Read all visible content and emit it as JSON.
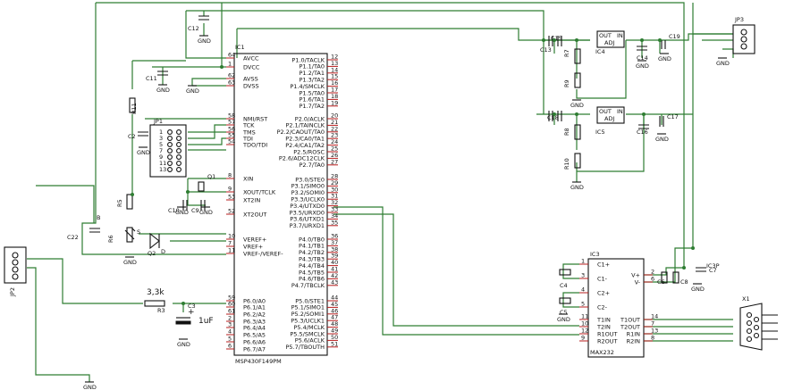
{
  "ic1": {
    "name": "IC1",
    "part": "MSP430F149PM",
    "left_pins": [
      {
        "num": "64",
        "label": "AVCC"
      },
      {
        "num": "1",
        "label": "DVCC"
      },
      {
        "num": "62",
        "label": "AVSS"
      },
      {
        "num": "63",
        "label": "DVSS"
      },
      {
        "num": "58",
        "label": "NMI/RST"
      },
      {
        "num": "57",
        "label": "TCK"
      },
      {
        "num": "56",
        "label": "TMS"
      },
      {
        "num": "55",
        "label": "TDI"
      },
      {
        "num": "54",
        "label": "TDO/TDI"
      },
      {
        "num": "8",
        "label": "XIN"
      },
      {
        "num": "9",
        "label": "XOUT/TCLK"
      },
      {
        "num": "53",
        "label": "XT2IN"
      },
      {
        "num": "52",
        "label": "XT2OUT"
      },
      {
        "num": "10",
        "label": "VEREF+"
      },
      {
        "num": "7",
        "label": "VREF+"
      },
      {
        "num": "11",
        "label": "VREF-/VEREF-"
      },
      {
        "num": "59",
        "label": "P6.0/A0"
      },
      {
        "num": "60",
        "label": "P6.1/A1"
      },
      {
        "num": "61",
        "label": "P6.2/A2"
      },
      {
        "num": "2",
        "label": "P6.3/A3"
      },
      {
        "num": "3",
        "label": "P6.4/A4"
      },
      {
        "num": "4",
        "label": "P6.5/A5"
      },
      {
        "num": "5",
        "label": "P6.6/A6"
      },
      {
        "num": "6",
        "label": "P6.7/A7"
      }
    ],
    "right_pins": [
      {
        "num": "12",
        "label": "P1.0/TACLK"
      },
      {
        "num": "13",
        "label": "P1.1/TA0"
      },
      {
        "num": "14",
        "label": "P1.2/TA1"
      },
      {
        "num": "15",
        "label": "P1.3/TA2"
      },
      {
        "num": "16",
        "label": "P1.4/SMCLK"
      },
      {
        "num": "17",
        "label": "P1.5/TA0"
      },
      {
        "num": "18",
        "label": "P1.6/TA1"
      },
      {
        "num": "19",
        "label": "P1.7/TA2"
      },
      {
        "num": "20",
        "label": "P2.0/ACLK"
      },
      {
        "num": "21",
        "label": "P2.1/TAINCLK"
      },
      {
        "num": "22",
        "label": "P2.2/CAOUT/TA0"
      },
      {
        "num": "23",
        "label": "P2.3/CA0/TA1"
      },
      {
        "num": "24",
        "label": "P2.4/CA1/TA2"
      },
      {
        "num": "25",
        "label": "P2.5/ROSC"
      },
      {
        "num": "26",
        "label": "P2.6/ADC12CLK"
      },
      {
        "num": "27",
        "label": "P2.7/TA0"
      },
      {
        "num": "28",
        "label": "P3.0/STE0"
      },
      {
        "num": "29",
        "label": "P3.1/SIMO0"
      },
      {
        "num": "30",
        "label": "P3.2/SOMI0"
      },
      {
        "num": "31",
        "label": "P3.3/UCLK0"
      },
      {
        "num": "32",
        "label": "P3.4/UTXD0"
      },
      {
        "num": "33",
        "label": "P3.5/URXD0"
      },
      {
        "num": "34",
        "label": "P3.6/UTXD1"
      },
      {
        "num": "35",
        "label": "P3.7/URXD1"
      },
      {
        "num": "36",
        "label": "P4.0/TB0"
      },
      {
        "num": "37",
        "label": "P4.1/TB1"
      },
      {
        "num": "38",
        "label": "P4.2/TB2"
      },
      {
        "num": "39",
        "label": "P4.3/TB3"
      },
      {
        "num": "40",
        "label": "P4.4/TB4"
      },
      {
        "num": "41",
        "label": "P4.5/TB5"
      },
      {
        "num": "42",
        "label": "P4.6/TB6"
      },
      {
        "num": "43",
        "label": "P4.7/TBCLK"
      },
      {
        "num": "44",
        "label": "P5.0/STE1"
      },
      {
        "num": "45",
        "label": "P5.1/SIMO1"
      },
      {
        "num": "46",
        "label": "P5.2/SOMI1"
      },
      {
        "num": "47",
        "label": "P5.3/UCLK1"
      },
      {
        "num": "48",
        "label": "P5.4/MCLK"
      },
      {
        "num": "49",
        "label": "P5.5/SMCLK"
      },
      {
        "num": "50",
        "label": "P5.6/ACLK"
      },
      {
        "num": "51",
        "label": "P5.7/TBOUTH"
      }
    ]
  },
  "ic3": {
    "name": "IC3",
    "part": "MAX232",
    "left_pins": [
      {
        "num": "1",
        "label": "C1+"
      },
      {
        "num": "3",
        "label": "C1-"
      },
      {
        "num": "4",
        "label": "C2+"
      },
      {
        "num": "5",
        "label": "C2-"
      },
      {
        "num": "11",
        "label": "T1IN"
      },
      {
        "num": "10",
        "label": "T2IN"
      },
      {
        "num": "12",
        "label": "R1OUT"
      },
      {
        "num": "9",
        "label": "R2OUT"
      }
    ],
    "right_pins": [
      {
        "num": "2",
        "label": "V+"
      },
      {
        "num": "6",
        "label": "V-"
      },
      {
        "num": "14",
        "label": "T1OUT"
      },
      {
        "num": "7",
        "label": "T2OUT"
      },
      {
        "num": "13",
        "label": "R1IN"
      },
      {
        "num": "8",
        "label": "R2IN"
      }
    ]
  },
  "ic4": {
    "name": "IC4",
    "out": "OUT",
    "in": "IN",
    "adj": "ADJ"
  },
  "ic5": {
    "name": "IC5",
    "out": "OUT",
    "in": "IN",
    "adj": "ADJ"
  },
  "ic3p": "IC3P",
  "caps": {
    "c2": "C2",
    "c3": "C3",
    "c4": "C4",
    "c5": "C5",
    "c6": "C6",
    "c7": "C7",
    "c8": "C8",
    "c9": "C9",
    "c10": "C10",
    "c11": "C11",
    "c12": "C12",
    "c13": "C13",
    "c14": "C14",
    "c15": "C15",
    "c16": "C16",
    "c17": "C17",
    "c18": "C18",
    "c19": "C19",
    "c22": "C22"
  },
  "resistors": {
    "r3": "R3",
    "r3_value": "3,3k",
    "r5": "R5",
    "r6": "R6",
    "r7": "R7",
    "r8": "R8",
    "r9": "R9",
    "r10": "R10",
    "r11": "R11"
  },
  "misc": {
    "cap_1uf": "1uF",
    "plus": "+",
    "q1": "Q1",
    "q2": "Q2",
    "jp1": "JP1",
    "jp2": "JP2",
    "jp3": "JP3",
    "x1": "X1",
    "gnd": "GND",
    "s": "S",
    "d": "D",
    "b": "B",
    "one": "1",
    "two": "2",
    "three": "3",
    "four": "4"
  },
  "colors": {
    "wire": "#2e7d32",
    "pin": "#b71c1c",
    "component": "#111111"
  }
}
